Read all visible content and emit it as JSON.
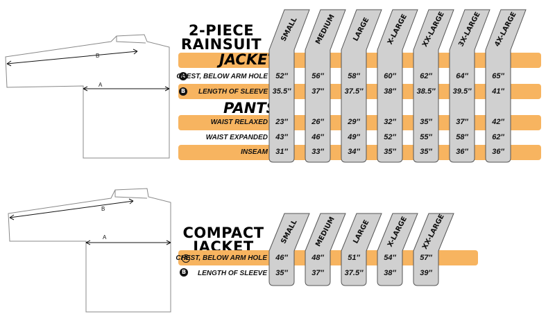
{
  "rainsuit": {
    "title_line1": "2-PIECE",
    "title_line2": "RAINSUIT",
    "sizes": [
      "SMALL",
      "MEDIUM",
      "LARGE",
      "X-LARGE",
      "XX-LARGE",
      "3X-LARGE",
      "4X-LARGE"
    ],
    "jacket_label": "JACKET",
    "pants_label": "PANTS",
    "rows": [
      {
        "badge": "A",
        "label": "CHEST, BELOW ARM HOLE",
        "values": [
          "52″",
          "56″",
          "58″",
          "60″",
          "62″",
          "64″",
          "65″"
        ]
      },
      {
        "badge": "B",
        "label": "LENGTH OF SLEEVE",
        "values": [
          "35.5″",
          "37″",
          "37.5″",
          "38″",
          "38.5″",
          "39.5″",
          "41″"
        ]
      },
      {
        "badge": "",
        "label": "WAIST RELAXED",
        "values": [
          "23″",
          "26″",
          "29″",
          "32″",
          "35″",
          "37″",
          "42″"
        ]
      },
      {
        "badge": "",
        "label": "WAIST EXPANDED",
        "values": [
          "43″",
          "46″",
          "49″",
          "52″",
          "55″",
          "58″",
          "62″"
        ]
      },
      {
        "badge": "",
        "label": "INSEAM",
        "values": [
          "31″",
          "33″",
          "34″",
          "35″",
          "35″",
          "36″",
          "36″"
        ]
      }
    ]
  },
  "compact": {
    "title_line1": "COMPACT",
    "title_line2": "JACKET",
    "sizes": [
      "SMALL",
      "MEDIUM",
      "LARGE",
      "X-LARGE",
      "XX-LARGE"
    ],
    "rows": [
      {
        "badge": "A",
        "label": "CHEST, BELOW ARM HOLE",
        "values": [
          "46″",
          "48″",
          "51″",
          "54″",
          "57″"
        ]
      },
      {
        "badge": "B",
        "label": "LENGTH OF SLEEVE",
        "values": [
          "35″",
          "37″",
          "37.5″",
          "38″",
          "39″"
        ]
      }
    ]
  },
  "diagram": {
    "label_a": "A",
    "label_b": "B"
  },
  "colors": {
    "band": "#f7b460",
    "tab_fill": "#d0d0d0",
    "tab_stroke": "#555555"
  }
}
